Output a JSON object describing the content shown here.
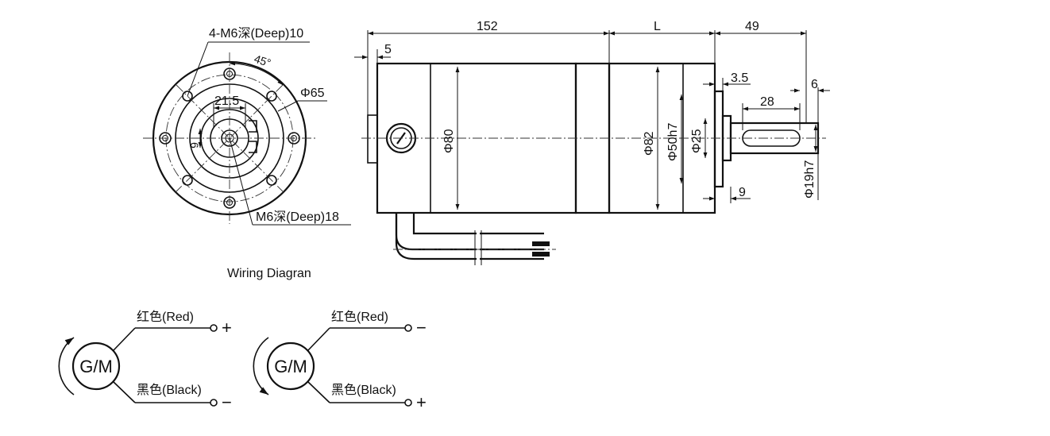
{
  "front_view": {
    "label_holes": "4-M6深(Deep)10",
    "label_angle": "45°",
    "label_pcd": "Φ65",
    "label_key_width": "21.5",
    "label_key_depth": "6",
    "label_center_hole": "M6深(Deep)18"
  },
  "side_view": {
    "dim_total": "152",
    "dim_L": "L",
    "dim_shaft_len": "49",
    "dim_flange_gap": "5",
    "dim_step": "3.5",
    "dim_key_offset": "6",
    "dim_key_len": "28",
    "dim_pilot_len": "9",
    "dia_motor": "Φ80",
    "dia_gear": "Φ82",
    "dia_pilot": "Φ50h7",
    "dia_boss": "Φ25",
    "dia_shaft": "Φ19h7"
  },
  "wiring": {
    "title": "Wiring Diagran",
    "diagrams": [
      {
        "motor": "G/M",
        "top_wire": "红色(Red)",
        "top_sign": "+",
        "bottom_wire": "黑色(Black)",
        "bottom_sign": "−"
      },
      {
        "motor": "G/M",
        "top_wire": "红色(Red)",
        "top_sign": "−",
        "bottom_wire": "黑色(Black)",
        "bottom_sign": "+"
      }
    ]
  }
}
